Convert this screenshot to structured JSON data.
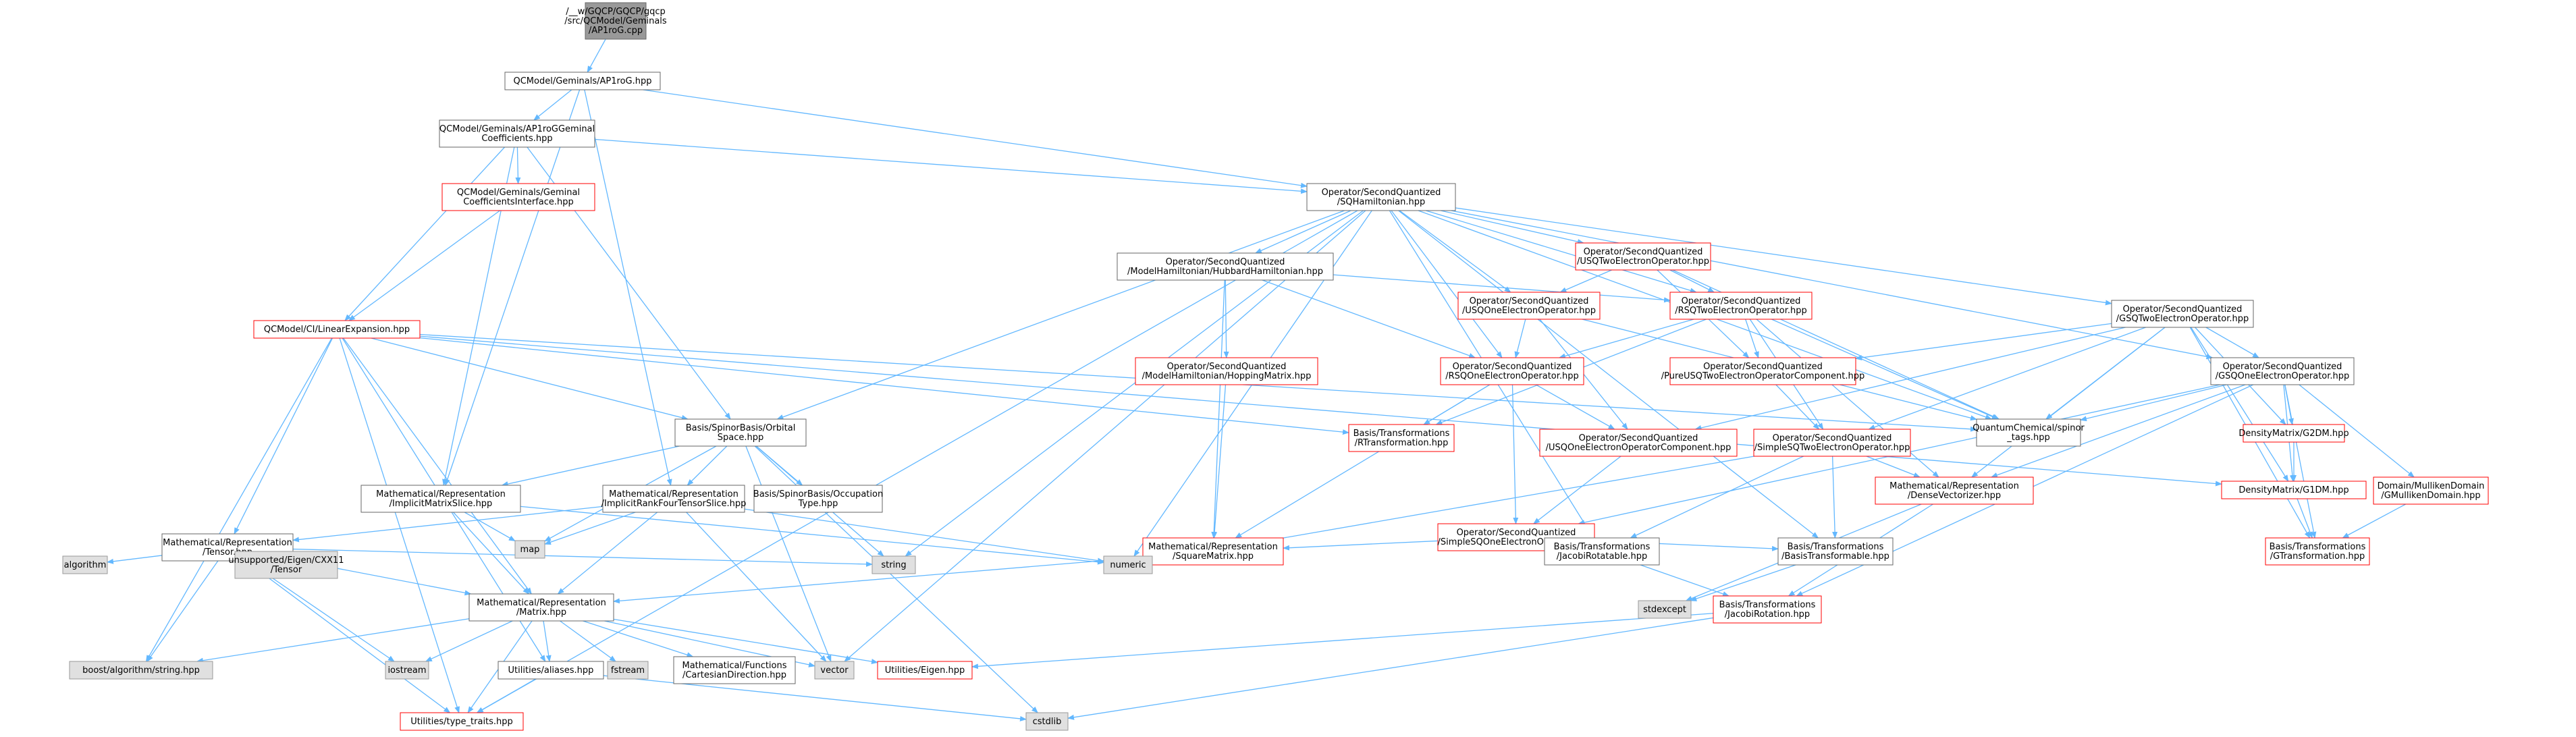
{
  "graph": {
    "colors": {
      "edge": "#63b8ff",
      "border_default": "#666666",
      "border_red": "#ff0000",
      "fill_root": "#999999",
      "fill_system": "#e0e0e0",
      "fill_node": "#ffffff",
      "border_root": "#666666"
    },
    "nodes": [
      {
        "id": "root",
        "lines": [
          "/__w/GQCP/GQCP/gqcp",
          "/src/QCModel/Geminals",
          "/AP1roG.cpp"
        ],
        "kind": "root"
      },
      {
        "id": "ap1rog",
        "lines": [
          "QCModel/Geminals/AP1roG.hpp"
        ],
        "kind": "normal"
      },
      {
        "id": "gemcoef",
        "lines": [
          "QCModel/Geminals/AP1roGGeminal",
          "Coefficients.hpp"
        ],
        "kind": "normal"
      },
      {
        "id": "sqham",
        "lines": [
          "Operator/SecondQuantized",
          "/SQHamiltonian.hpp"
        ],
        "kind": "normal"
      },
      {
        "id": "gemiface",
        "lines": [
          "QCModel/Geminals/Geminal",
          "CoefficientsInterface.hpp"
        ],
        "kind": "red"
      },
      {
        "id": "linexp",
        "lines": [
          "QCModel/CI/LinearExpansion.hpp"
        ],
        "kind": "red"
      },
      {
        "id": "hubbard",
        "lines": [
          "Operator/SecondQuantized",
          "/ModelHamiltonian/HubbardHamiltonian.hpp"
        ],
        "kind": "normal"
      },
      {
        "id": "usqtwo",
        "lines": [
          "Operator/SecondQuantized",
          "/USQTwoElectronOperator.hpp"
        ],
        "kind": "red"
      },
      {
        "id": "usqone",
        "lines": [
          "Operator/SecondQuantized",
          "/USQOneElectronOperator.hpp"
        ],
        "kind": "red"
      },
      {
        "id": "rsqtwo",
        "lines": [
          "Operator/SecondQuantized",
          "/RSQTwoElectronOperator.hpp"
        ],
        "kind": "red"
      },
      {
        "id": "gsqtwo",
        "lines": [
          "Operator/SecondQuantized",
          "/GSQTwoElectronOperator.hpp"
        ],
        "kind": "normal"
      },
      {
        "id": "gsqone",
        "lines": [
          "Operator/SecondQuantized",
          "/GSQOneElectronOperator.hpp"
        ],
        "kind": "normal"
      },
      {
        "id": "hopping",
        "lines": [
          "Operator/SecondQuantized",
          "/ModelHamiltonian/HoppingMatrix.hpp"
        ],
        "kind": "red"
      },
      {
        "id": "rsqone",
        "lines": [
          "Operator/SecondQuantized",
          "/RSQOneElectronOperator.hpp"
        ],
        "kind": "red"
      },
      {
        "id": "pureusq",
        "lines": [
          "Operator/SecondQuantized",
          "/PureUSQTwoElectronOperatorComponent.hpp"
        ],
        "kind": "red"
      },
      {
        "id": "spinorbasis",
        "lines": [
          "Basis/SpinorBasis/Orbital",
          "Space.hpp"
        ],
        "kind": "normal"
      },
      {
        "id": "rtrans",
        "lines": [
          "Basis/Transformations",
          "/RTransformation.hpp"
        ],
        "kind": "red"
      },
      {
        "id": "qcspinor",
        "lines": [
          "QuantumChemical/spinor",
          "_tags.hpp"
        ],
        "kind": "normal"
      },
      {
        "id": "g2dm",
        "lines": [
          "DensityMatrix/G2DM.hpp"
        ],
        "kind": "red"
      },
      {
        "id": "usqonecomp",
        "lines": [
          "Operator/SecondQuantized",
          "/USQOneElectronOperatorComponent.hpp"
        ],
        "kind": "red"
      },
      {
        "id": "simplesqtwo",
        "lines": [
          "Operator/SecondQuantized",
          "/SimpleSQTwoElectronOperator.hpp"
        ],
        "kind": "red"
      },
      {
        "id": "implicitmat",
        "lines": [
          "Mathematical/Representation",
          "/ImplicitMatrixSlice.hpp"
        ],
        "kind": "normal"
      },
      {
        "id": "implicitrank",
        "lines": [
          "Mathematical/Representation",
          "/ImplicitRankFourTensorSlice.hpp"
        ],
        "kind": "normal"
      },
      {
        "id": "occtype",
        "lines": [
          "Basis/SpinorBasis/Occupation",
          "Type.hpp"
        ],
        "kind": "normal"
      },
      {
        "id": "densevec",
        "lines": [
          "Mathematical/Representation",
          "/DenseVectorizer.hpp"
        ],
        "kind": "red"
      },
      {
        "id": "g1dm",
        "lines": [
          "DensityMatrix/G1DM.hpp"
        ],
        "kind": "red"
      },
      {
        "id": "mulliken",
        "lines": [
          "Domain/MullikenDomain",
          "/GMullikenDomain.hpp"
        ],
        "kind": "red"
      },
      {
        "id": "simplesqone",
        "lines": [
          "Operator/SecondQuantized",
          "/SimpleSQOneElectronOperator.hpp"
        ],
        "kind": "red"
      },
      {
        "id": "tensor",
        "lines": [
          "Mathematical/Representation",
          "/Tensor.hpp"
        ],
        "kind": "normal"
      },
      {
        "id": "map",
        "lines": [
          "map"
        ],
        "kind": "system"
      },
      {
        "id": "squarematrix",
        "lines": [
          "Mathematical/Representation",
          "/SquareMatrix.hpp"
        ],
        "kind": "red"
      },
      {
        "id": "jacobirot_able",
        "lines": [
          "Basis/Transformations",
          "/JacobiRotatable.hpp"
        ],
        "kind": "normal"
      },
      {
        "id": "basistransf",
        "lines": [
          "Basis/Transformations",
          "/BasisTransformable.hpp"
        ],
        "kind": "normal"
      },
      {
        "id": "gtrans",
        "lines": [
          "Basis/Transformations",
          "/GTransformation.hpp"
        ],
        "kind": "red"
      },
      {
        "id": "algorithm",
        "lines": [
          "algorithm"
        ],
        "kind": "system"
      },
      {
        "id": "cxx11",
        "lines": [
          "unsupported/Eigen/CXX11",
          "/Tensor"
        ],
        "kind": "system"
      },
      {
        "id": "string",
        "lines": [
          "string"
        ],
        "kind": "system"
      },
      {
        "id": "numeric",
        "lines": [
          "numeric"
        ],
        "kind": "system"
      },
      {
        "id": "matrix",
        "lines": [
          "Mathematical/Representation",
          "/Matrix.hpp"
        ],
        "kind": "normal"
      },
      {
        "id": "stdexcept",
        "lines": [
          "stdexcept"
        ],
        "kind": "system"
      },
      {
        "id": "jacobirot",
        "lines": [
          "Basis/Transformations",
          "/JacobiRotation.hpp"
        ],
        "kind": "red"
      },
      {
        "id": "boost",
        "lines": [
          "boost/algorithm/string.hpp"
        ],
        "kind": "system"
      },
      {
        "id": "iostream",
        "lines": [
          "iostream"
        ],
        "kind": "system"
      },
      {
        "id": "fstream",
        "lines": [
          "fstream"
        ],
        "kind": "system"
      },
      {
        "id": "aliases",
        "lines": [
          "Utilities/aliases.hpp"
        ],
        "kind": "normal"
      },
      {
        "id": "cartesian",
        "lines": [
          "Mathematical/Functions",
          "/CartesianDirection.hpp"
        ],
        "kind": "normal"
      },
      {
        "id": "vector",
        "lines": [
          "vector"
        ],
        "kind": "system"
      },
      {
        "id": "eigen",
        "lines": [
          "Utilities/Eigen.hpp"
        ],
        "kind": "red"
      },
      {
        "id": "typetraits",
        "lines": [
          "Utilities/type_traits.hpp"
        ],
        "kind": "red"
      },
      {
        "id": "cstdlib",
        "lines": [
          "cstdlib"
        ],
        "kind": "system"
      }
    ],
    "edges": [
      [
        "root",
        "ap1rog"
      ],
      [
        "ap1rog",
        "gemcoef"
      ],
      [
        "ap1rog",
        "sqham"
      ],
      [
        "ap1rog",
        "implicitmat"
      ],
      [
        "ap1rog",
        "implicitrank"
      ],
      [
        "gemcoef",
        "gemiface"
      ],
      [
        "gemcoef",
        "sqham"
      ],
      [
        "gemcoef",
        "spinorbasis"
      ],
      [
        "gemcoef",
        "implicitmat"
      ],
      [
        "gemcoef",
        "linexp"
      ],
      [
        "gemiface",
        "linexp"
      ],
      [
        "sqham",
        "hubbard"
      ],
      [
        "sqham",
        "usqtwo"
      ],
      [
        "sqham",
        "usqone"
      ],
      [
        "sqham",
        "rsqtwo"
      ],
      [
        "sqham",
        "rsqone"
      ],
      [
        "sqham",
        "gsqtwo"
      ],
      [
        "sqham",
        "gsqone"
      ],
      [
        "sqham",
        "spinorbasis"
      ],
      [
        "sqham",
        "qcspinor"
      ],
      [
        "sqham",
        "jacobirot_able"
      ],
      [
        "sqham",
        "basistransf"
      ],
      [
        "sqham",
        "numeric"
      ],
      [
        "sqham",
        "string"
      ],
      [
        "sqham",
        "vector"
      ],
      [
        "sqham",
        "typetraits"
      ],
      [
        "hubbard",
        "hopping"
      ],
      [
        "hubbard",
        "rsqone"
      ],
      [
        "hubbard",
        "rsqtwo"
      ],
      [
        "hubbard",
        "squarematrix"
      ],
      [
        "usqtwo",
        "usqone"
      ],
      [
        "usqtwo",
        "rsqtwo"
      ],
      [
        "usqtwo",
        "pureusq"
      ],
      [
        "usqtwo",
        "qcspinor"
      ],
      [
        "usqone",
        "rsqone"
      ],
      [
        "usqone",
        "usqonecomp"
      ],
      [
        "usqone",
        "qcspinor"
      ],
      [
        "rsqtwo",
        "rsqone"
      ],
      [
        "rsqtwo",
        "pureusq"
      ],
      [
        "rsqtwo",
        "simplesqtwo"
      ],
      [
        "rsqtwo",
        "rtrans"
      ],
      [
        "rsqtwo",
        "qcspinor"
      ],
      [
        "rsqtwo",
        "densevec"
      ],
      [
        "gsqtwo",
        "gsqone"
      ],
      [
        "gsqtwo",
        "pureusq"
      ],
      [
        "gsqtwo",
        "g2dm"
      ],
      [
        "gsqtwo",
        "g1dm"
      ],
      [
        "gsqtwo",
        "gtrans"
      ],
      [
        "gsqtwo",
        "qcspinor"
      ],
      [
        "gsqtwo",
        "simplesqtwo"
      ],
      [
        "gsqtwo",
        "usqonecomp"
      ],
      [
        "gsqtwo",
        "densevec"
      ],
      [
        "gsqone",
        "g2dm"
      ],
      [
        "gsqone",
        "g1dm"
      ],
      [
        "gsqone",
        "mulliken"
      ],
      [
        "gsqone",
        "gtrans"
      ],
      [
        "gsqone",
        "qcspinor"
      ],
      [
        "gsqone",
        "simplesqone"
      ],
      [
        "gsqone",
        "densevec"
      ],
      [
        "gsqone",
        "jacobirot"
      ],
      [
        "hopping",
        "squarematrix"
      ],
      [
        "rsqone",
        "rtrans"
      ],
      [
        "rsqone",
        "usqonecomp"
      ],
      [
        "rsqone",
        "simplesqone"
      ],
      [
        "rsqone",
        "squarematrix"
      ],
      [
        "pureusq",
        "simplesqtwo"
      ],
      [
        "usqonecomp",
        "simplesqone"
      ],
      [
        "simplesqtwo",
        "basistransf"
      ],
      [
        "simplesqtwo",
        "jacobirot_able"
      ],
      [
        "simplesqtwo",
        "densevec"
      ],
      [
        "simplesqtwo",
        "numeric"
      ],
      [
        "simplesqone",
        "basistransf"
      ],
      [
        "simplesqone",
        "jacobirot_able"
      ],
      [
        "simplesqone",
        "squarematrix"
      ],
      [
        "linexp",
        "spinorbasis"
      ],
      [
        "linexp",
        "tensor"
      ],
      [
        "linexp",
        "matrix"
      ],
      [
        "linexp",
        "aliases"
      ],
      [
        "linexp",
        "typetraits"
      ],
      [
        "linexp",
        "boost"
      ],
      [
        "linexp",
        "qcspinor"
      ],
      [
        "linexp",
        "g1dm"
      ],
      [
        "linexp",
        "rtrans"
      ],
      [
        "spinorbasis",
        "occtype"
      ],
      [
        "spinorbasis",
        "implicitmat"
      ],
      [
        "spinorbasis",
        "implicitrank"
      ],
      [
        "spinorbasis",
        "map"
      ],
      [
        "spinorbasis",
        "string"
      ],
      [
        "spinorbasis",
        "vector"
      ],
      [
        "spinorbasis",
        "cstdlib"
      ],
      [
        "implicitmat",
        "matrix"
      ],
      [
        "implicitmat",
        "map"
      ],
      [
        "implicitmat",
        "numeric"
      ],
      [
        "implicitrank",
        "matrix"
      ],
      [
        "implicitrank",
        "tensor"
      ],
      [
        "implicitrank",
        "map"
      ],
      [
        "implicitrank",
        "numeric"
      ],
      [
        "implicitrank",
        "vector"
      ],
      [
        "tensor",
        "algorithm"
      ],
      [
        "tensor",
        "cxx11"
      ],
      [
        "tensor",
        "matrix"
      ],
      [
        "tensor",
        "boost"
      ],
      [
        "tensor",
        "iostream"
      ],
      [
        "tensor",
        "string"
      ],
      [
        "tensor",
        "typetraits"
      ],
      [
        "squarematrix",
        "matrix"
      ],
      [
        "squarematrix",
        "numeric"
      ],
      [
        "densevec",
        "stdexcept"
      ],
      [
        "densevec",
        "jacobirot"
      ],
      [
        "g2dm",
        "g1dm"
      ],
      [
        "g1dm",
        "gtrans"
      ],
      [
        "mulliken",
        "gtrans"
      ],
      [
        "jacobirot_able",
        "jacobirot"
      ],
      [
        "jacobirot",
        "eigen"
      ],
      [
        "jacobirot",
        "cstdlib"
      ],
      [
        "basistransf",
        "stdexcept"
      ],
      [
        "matrix",
        "boost"
      ],
      [
        "matrix",
        "iostream"
      ],
      [
        "matrix",
        "fstream"
      ],
      [
        "matrix",
        "aliases"
      ],
      [
        "matrix",
        "cartesian"
      ],
      [
        "matrix",
        "vector"
      ],
      [
        "matrix",
        "eigen"
      ],
      [
        "matrix",
        "typetraits"
      ],
      [
        "aliases",
        "typetraits"
      ],
      [
        "aliases",
        "cstdlib"
      ]
    ]
  }
}
